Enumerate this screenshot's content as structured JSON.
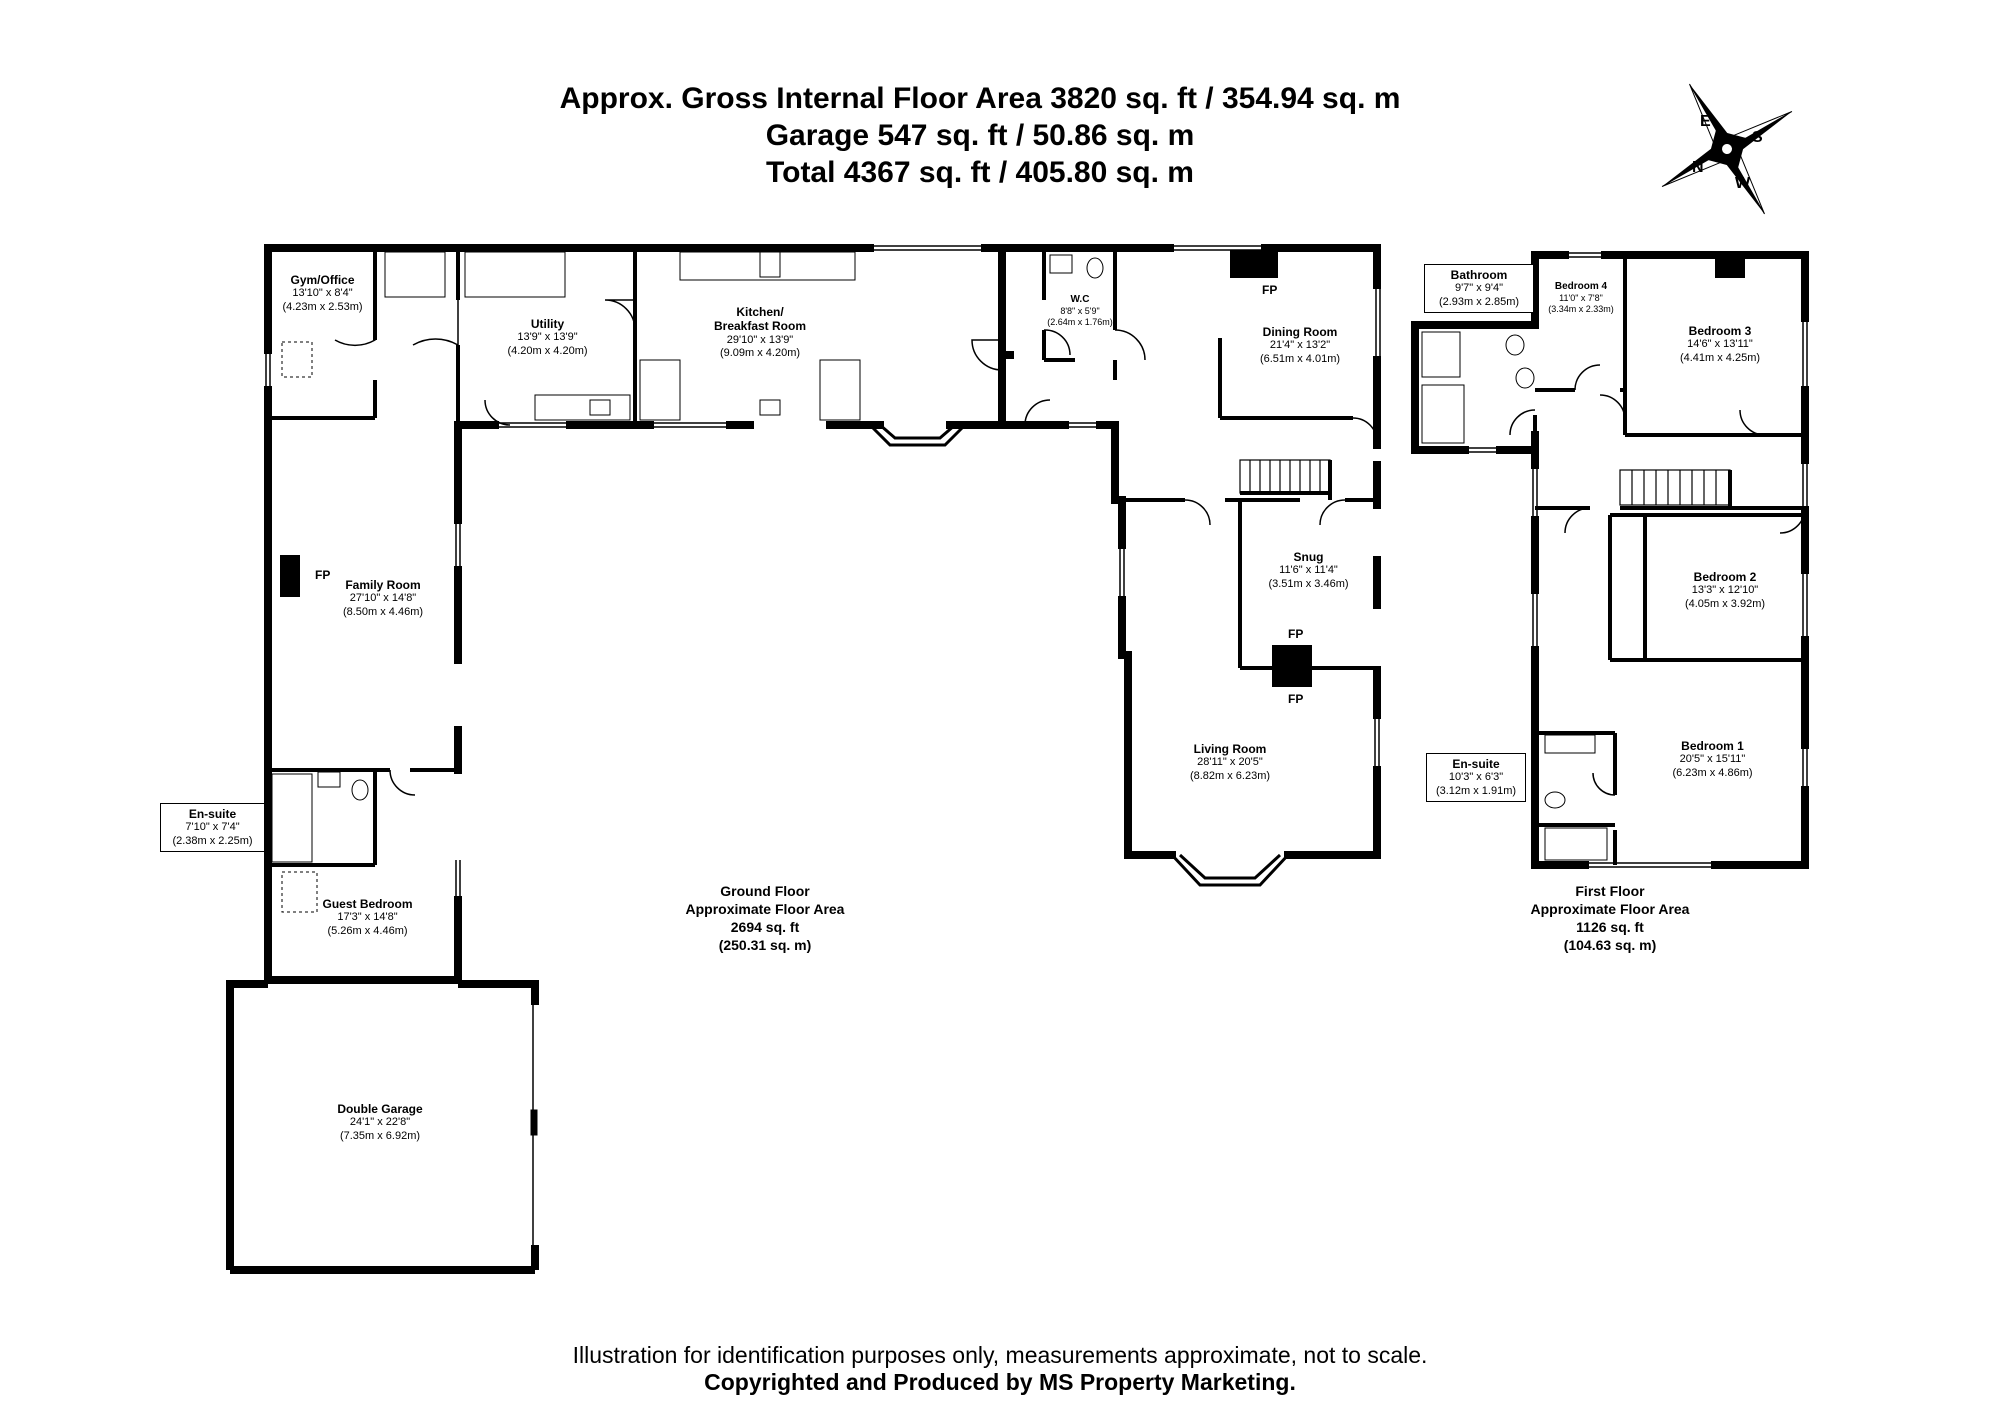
{
  "header": {
    "line1": "Approx. Gross Internal Floor Area 3820 sq. ft / 354.94 sq. m",
    "line2": "Garage 547 sq. ft / 50.86 sq. m",
    "line3": "Total 4367 sq. ft / 405.80 sq. m"
  },
  "compass": {
    "labels": [
      "N",
      "E",
      "S",
      "W"
    ]
  },
  "rooms": {
    "gym": {
      "name": "Gym/Office",
      "dims": "13'10\" x 8'4\"",
      "metric": "(4.23m x 2.53m)"
    },
    "utility": {
      "name": "Utility",
      "dims": "13'9\" x 13'9\"",
      "metric": "(4.20m x 4.20m)"
    },
    "kitchen": {
      "name1": "Kitchen/",
      "name2": "Breakfast Room",
      "dims": "29'10\" x 13'9\"",
      "metric": "(9.09m x 4.20m)"
    },
    "wc": {
      "name": "W.C",
      "dims": "8'8\" x 5'9\"",
      "metric": "(2.64m x 1.76m)"
    },
    "dining": {
      "name": "Dining Room",
      "dims": "21'4\" x 13'2\"",
      "metric": "(6.51m x 4.01m)"
    },
    "family": {
      "name": "Family Room",
      "dims": "27'10\" x 14'8\"",
      "metric": "(8.50m x 4.46m)"
    },
    "snug": {
      "name": "Snug",
      "dims": "11'6\" x 11'4\"",
      "metric": "(3.51m x 3.46m)"
    },
    "living": {
      "name": "Living Room",
      "dims": "28'11\" x 20'5\"",
      "metric": "(8.82m x 6.23m)"
    },
    "ensuite_g": {
      "name": "En-suite",
      "dims": "7'10\" x 7'4\"",
      "metric": "(2.38m x 2.25m)"
    },
    "guest": {
      "name": "Guest Bedroom",
      "dims": "17'3\" x 14'8\"",
      "metric": "(5.26m x 4.46m)"
    },
    "garage": {
      "name": "Double Garage",
      "dims": "24'1\" x 22'8\"",
      "metric": "(7.35m x 6.92m)"
    },
    "bathroom": {
      "name": "Bathroom",
      "dims": "9'7\" x 9'4\"",
      "metric": "(2.93m x 2.85m)"
    },
    "bed4": {
      "name": "Bedroom 4",
      "dims": "11'0\" x 7'8\"",
      "metric": "(3.34m x 2.33m)"
    },
    "bed3": {
      "name": "Bedroom 3",
      "dims": "14'6\" x 13'11\"",
      "metric": "(4.41m x 4.25m)"
    },
    "bed2": {
      "name": "Bedroom 2",
      "dims": "13'3\" x 12'10\"",
      "metric": "(4.05m x 3.92m)"
    },
    "bed1": {
      "name": "Bedroom 1",
      "dims": "20'5\" x 15'11\"",
      "metric": "(6.23m x 4.86m)"
    },
    "ensuite_f": {
      "name": "En-suite",
      "dims": "10'3\" x 6'3\"",
      "metric": "(3.12m x 1.91m)"
    }
  },
  "fireplace_label": "FP",
  "ground_floor": {
    "l1": "Ground Floor",
    "l2": "Approximate Floor Area",
    "l3": "2694 sq. ft",
    "l4": "(250.31 sq. m)"
  },
  "first_floor": {
    "l1": "First Floor",
    "l2": "Approximate Floor Area",
    "l3": "1126 sq. ft",
    "l4": "(104.63 sq. m)"
  },
  "footer": {
    "disclaimer": "Illustration for identification purposes only, measurements approximate, not to scale.",
    "copyright": "Copyrighted  and Produced by MS Property Marketing."
  }
}
